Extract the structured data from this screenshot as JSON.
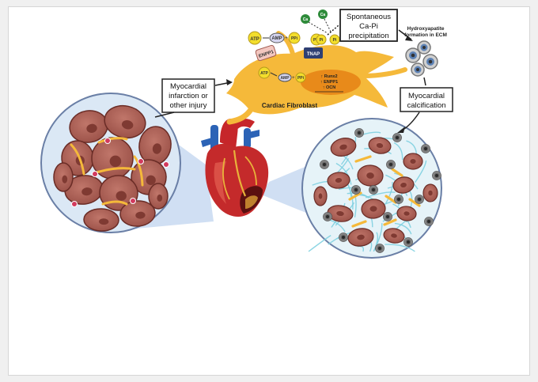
{
  "figure": {
    "boxes": {
      "injury_line1": "Myocardial",
      "injury_line2": "infarction or",
      "injury_line3": "other injury",
      "precip_line1": "Spontaneous",
      "precip_line2": "Ca-Pi",
      "precip_line3": "precipitation",
      "calc_line1": "Myocardial",
      "calc_line2": "calcification"
    },
    "labels": {
      "fibroblast": "Cardiac Fibroblast",
      "hydroxy_line1": "Hydroxyapatite",
      "hydroxy_line2": "formation in ECM",
      "atp": "ATP",
      "amp": "AMP",
      "ppi": "PPi",
      "pi": "Pi",
      "enpp1": "ENPP1",
      "tnap": "TNAP",
      "ca": "Ca",
      "gene_runx2": "↑ Runx2",
      "gene_enpp1": "↑ ENPP1",
      "gene_ocn": "↑ OCN"
    },
    "colors": {
      "cell_fill": "#b1645a",
      "cell_stroke": "#6a2c26",
      "nucleus": "#7f3a32",
      "fibroblast": "#f5b93a",
      "ecm_fiber": "#7fd0e0",
      "callout": "#c8d9f1",
      "circle_border": "#6a7fa6",
      "ca_deposit": "#7a7a7a",
      "tnap": "#2e3f73",
      "enpp1": "#f3c7c0"
    }
  }
}
